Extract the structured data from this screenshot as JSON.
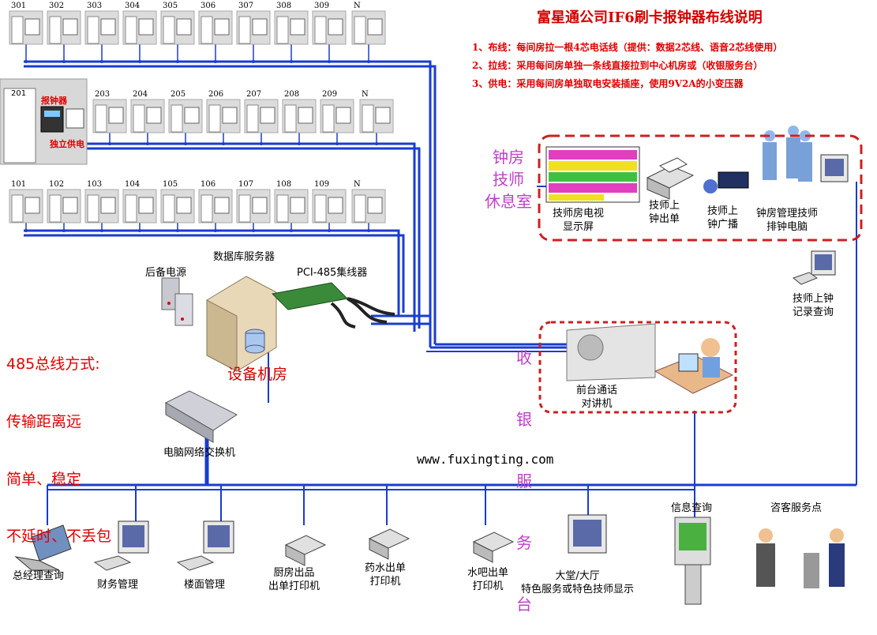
{
  "title": "富星通公司IF6刷卡报钟器布线说明",
  "notes": [
    "1、布线：每间房拉一根4芯电话线（提供：数据2芯线、语音2芯线使用）",
    "2、拉线：采用每间房单独一条线直接拉到中心机房或（收银服务台）",
    "3、供电：采用每间房单独取电安装插座，使用9V2A的小变压器"
  ],
  "rooms_row3": [
    "301",
    "302",
    "303",
    "304",
    "305",
    "306",
    "307",
    "308",
    "309",
    "N"
  ],
  "rooms_row2": [
    "203",
    "204",
    "205",
    "206",
    "207",
    "208",
    "209",
    "N"
  ],
  "rooms_row1": [
    "101",
    "102",
    "103",
    "104",
    "105",
    "106",
    "107",
    "108",
    "109",
    "N"
  ],
  "room_201": {
    "number": "201",
    "device_label": "报钟器",
    "power_label": "独立供电"
  },
  "panel_tiny_title": "报钟器",
  "panel_tiny_power": "独立供电",
  "machine_room": {
    "db_server": "数据库服务器",
    "ups": "后备电源",
    "hub": "PCI-485集线器",
    "room_label": "设备机房",
    "switch": "电脑网络交换机"
  },
  "bus_desc": [
    "485总线方式:",
    "传输距离远",
    "简单、稳定",
    "不延时、不丢包"
  ],
  "rest_room": {
    "label": [
      "钟",
      "房",
      "技",
      "师",
      "休",
      "息",
      "室"
    ],
    "tv": "技师房电视\n显示屏",
    "printer": "技师上\n钟出单",
    "broadcast": "技师上\n钟广播",
    "pc": "钟房管理技师\n排钟电脑"
  },
  "record_query": "技师上钟\n记录查询",
  "cashier": {
    "label": [
      "收",
      "银",
      "服",
      "务",
      "台"
    ],
    "intercom": "前台通话\n对讲机"
  },
  "website": "www.fuxingting.com",
  "bottom_devices": [
    "总经理查询",
    "财务管理",
    "楼面管理",
    "厨房出品\n出单打印机",
    "药水出单\n打印机",
    "水吧出单\n打印机",
    "大堂/大厅\n特色服务或特色技师显示"
  ],
  "info_query": "信息查询",
  "guest_service": "咨客服务点",
  "colors": {
    "wire": "#1a3cd0",
    "title": "#d40000",
    "dashed": "#cc2020",
    "magenta": "#c040c8"
  }
}
